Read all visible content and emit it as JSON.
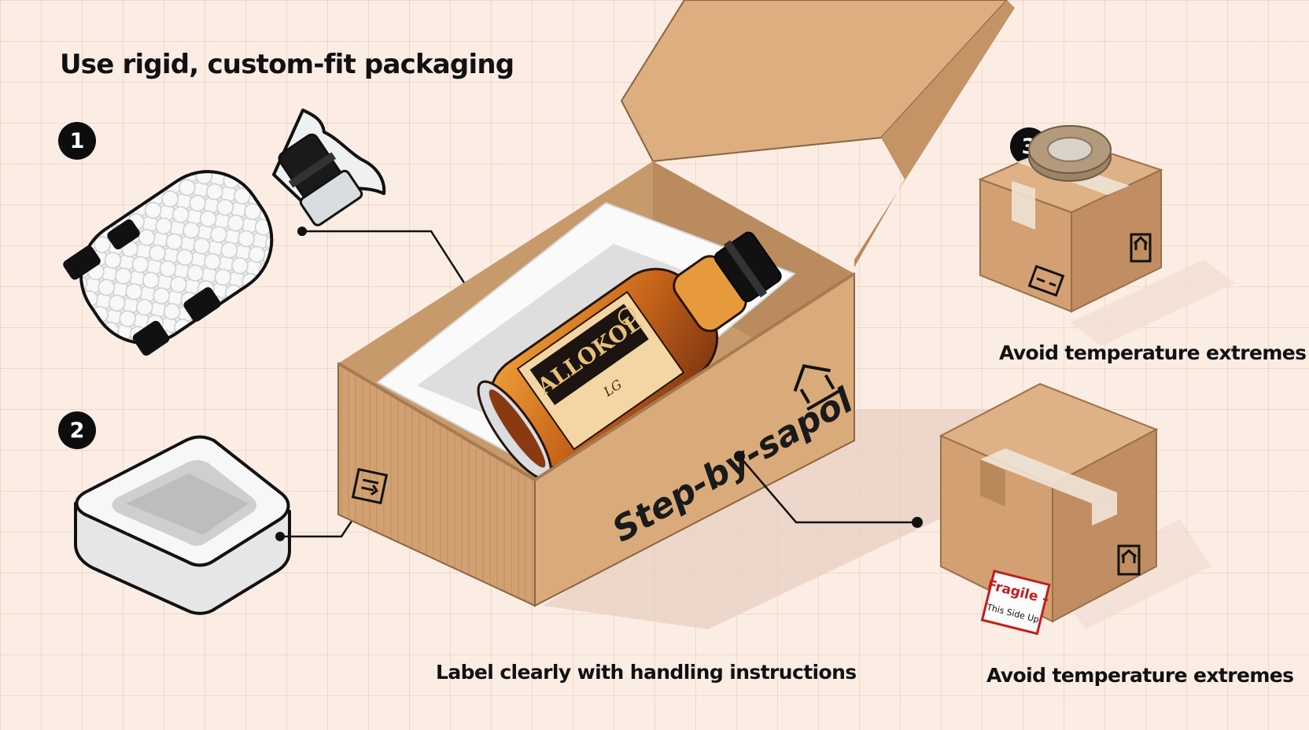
{
  "heading": "Use rigid, custom-fit packaging",
  "steps": [
    "1",
    "2",
    "3"
  ],
  "box": {
    "side_text": "Step-by-sapol",
    "bottle_brand": "ALLOKOL",
    "bottle_sub": "LG"
  },
  "fragile_label": {
    "line1": "Fragile –",
    "line2": "This Side Up"
  },
  "captions": {
    "box_top_right": "Avoid temperature extremes",
    "center_bottom": "Label clearly with handling instructions",
    "box_bottom_right": "Avoid temperature extremes"
  },
  "colors": {
    "background": "#fbede4",
    "cardboard": "#d6a878",
    "foam": "#f4f4f4",
    "bottle_liquid": "#c8661a",
    "ink": "#111111"
  }
}
